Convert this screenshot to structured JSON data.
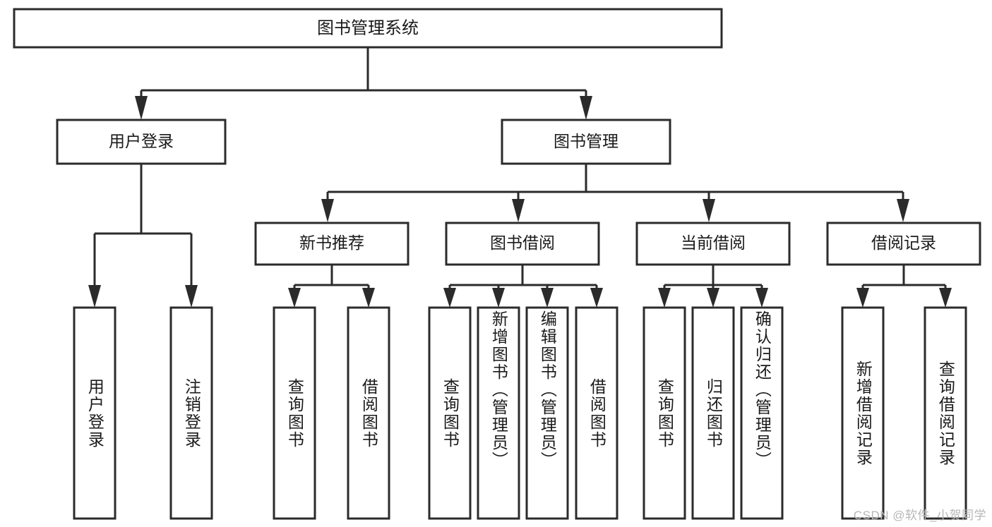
{
  "diagram": {
    "title": "图书管理系统",
    "type": "tree-hierarchy-chart",
    "orientation": "top-down",
    "colors": {
      "box_stroke": "#2b2b2b",
      "box_fill": "#ffffff",
      "connector": "#2b2b2b",
      "text": "#1a1a1a",
      "background": "#ffffff",
      "watermark": "#b6b6b6"
    }
  },
  "root": {
    "label": "图书管理系统"
  },
  "level1": [
    {
      "label": "用户登录"
    },
    {
      "label": "图书管理"
    }
  ],
  "level2": [
    {
      "label": "新书推荐"
    },
    {
      "label": "图书借阅"
    },
    {
      "label": "当前借阅"
    },
    {
      "label": "借阅记录"
    }
  ],
  "leaves": {
    "user_login": [
      {
        "label": "用户登录"
      },
      {
        "label": "注销登录"
      }
    ],
    "new_book_recommend": [
      {
        "label": "查询图书"
      },
      {
        "label": "借阅图书"
      }
    ],
    "book_borrow": [
      {
        "label": "查询图书"
      },
      {
        "label": "新增图书（管理员）"
      },
      {
        "label": "编辑图书（管理员）"
      },
      {
        "label": "借阅图书"
      }
    ],
    "current_borrow": [
      {
        "label": "查询图书"
      },
      {
        "label": "归还图书"
      },
      {
        "label": "确认归还（管理员）"
      }
    ],
    "borrow_record": [
      {
        "label": "新增借阅记录"
      },
      {
        "label": "查询借阅记录"
      }
    ]
  },
  "watermark": {
    "text": "CSDN @软件_小贺同学"
  }
}
